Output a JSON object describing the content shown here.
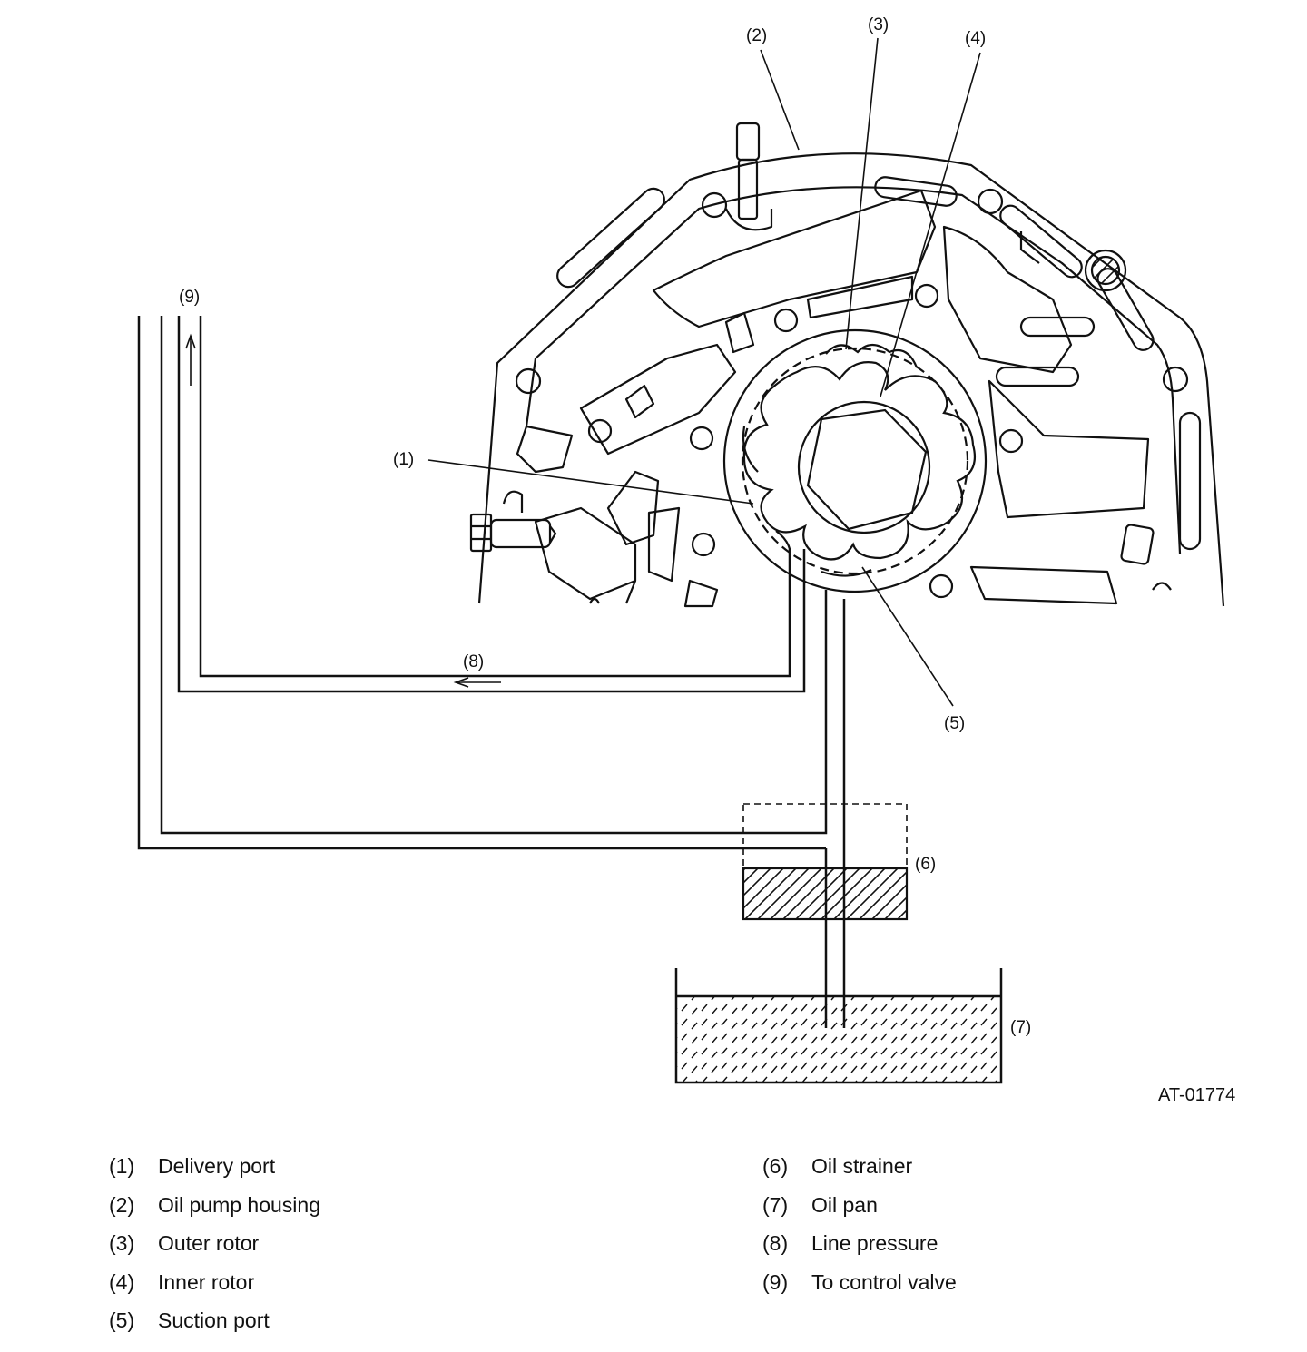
{
  "figure_id": "AT-01774",
  "callouts": {
    "c1": "(1)",
    "c2": "(2)",
    "c3": "(3)",
    "c4": "(4)",
    "c5": "(5)",
    "c6": "(6)",
    "c7": "(7)",
    "c8": "(8)",
    "c9": "(9)"
  },
  "legend": {
    "left": [
      {
        "num": "(1)",
        "text": "Delivery port"
      },
      {
        "num": "(2)",
        "text": "Oil pump housing"
      },
      {
        "num": "(3)",
        "text": "Outer rotor"
      },
      {
        "num": "(4)",
        "text": "Inner rotor"
      },
      {
        "num": "(5)",
        "text": "Suction port"
      }
    ],
    "right": [
      {
        "num": "(6)",
        "text": "Oil strainer"
      },
      {
        "num": "(7)",
        "text": "Oil pan"
      },
      {
        "num": "(8)",
        "text": "Line pressure"
      },
      {
        "num": "(9)",
        "text": "To control valve"
      }
    ]
  },
  "colors": {
    "line": "#111111",
    "background": "#ffffff"
  }
}
